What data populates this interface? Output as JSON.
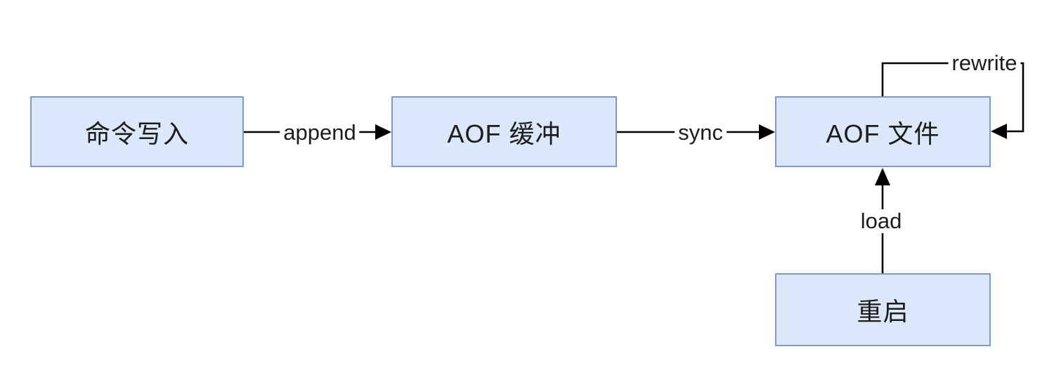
{
  "diagram": {
    "type": "flowchart",
    "subject": "Redis AOF persistence flow",
    "nodes": [
      {
        "id": "command-write",
        "label": "命令写入"
      },
      {
        "id": "aof-buffer",
        "label": "AOF 缓冲"
      },
      {
        "id": "aof-file",
        "label": "AOF 文件"
      },
      {
        "id": "restart",
        "label": "重启"
      }
    ],
    "edges": [
      {
        "from": "command-write",
        "to": "aof-file-buffer",
        "label": "append",
        "direction": "right"
      },
      {
        "from": "aof-buffer",
        "to": "aof-file",
        "label": "sync",
        "direction": "right"
      },
      {
        "from": "aof-file",
        "to": "aof-file",
        "label": "rewrite",
        "direction": "self-loop-top-right"
      },
      {
        "from": "restart",
        "to": "aof-file",
        "label": "load",
        "direction": "up"
      }
    ],
    "colors": {
      "node_fill": "#dbe8fb",
      "node_border": "#8199c8",
      "line": "#000000",
      "text": "#1c1c1c",
      "background": "#ffffff"
    }
  }
}
